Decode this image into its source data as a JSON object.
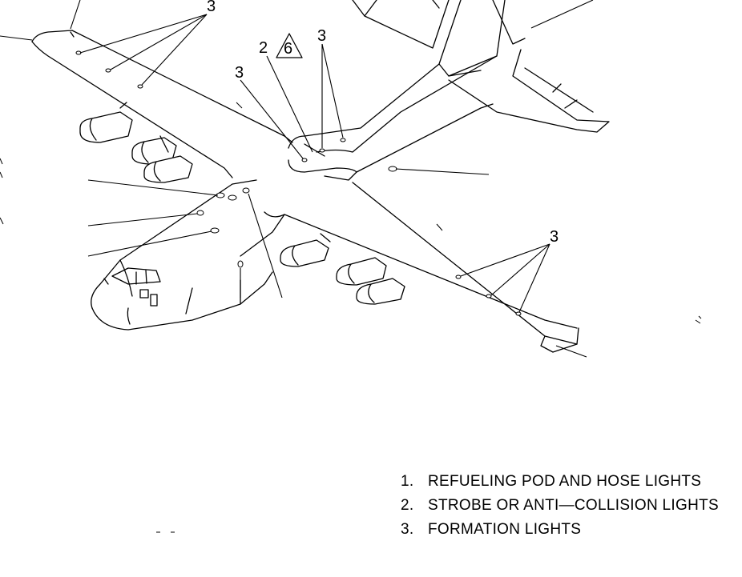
{
  "callouts": {
    "formation_top_left": "3",
    "strobe_number": "2",
    "note_six": "6",
    "formation_left_of_strobe": "3",
    "formation_right_of_strobe": "3",
    "formation_right_wing": "3"
  },
  "legend": [
    {
      "number": "1.",
      "text": "REFUELING POD AND HOSE LIGHTS"
    },
    {
      "number": "2.",
      "text": "STROBE OR ANTI—COLLISION LIGHTS"
    },
    {
      "number": "3.",
      "text": "FORMATION LIGHTS"
    }
  ],
  "icons": [
    "aircraft-line-drawing",
    "triangle-note-icon"
  ]
}
